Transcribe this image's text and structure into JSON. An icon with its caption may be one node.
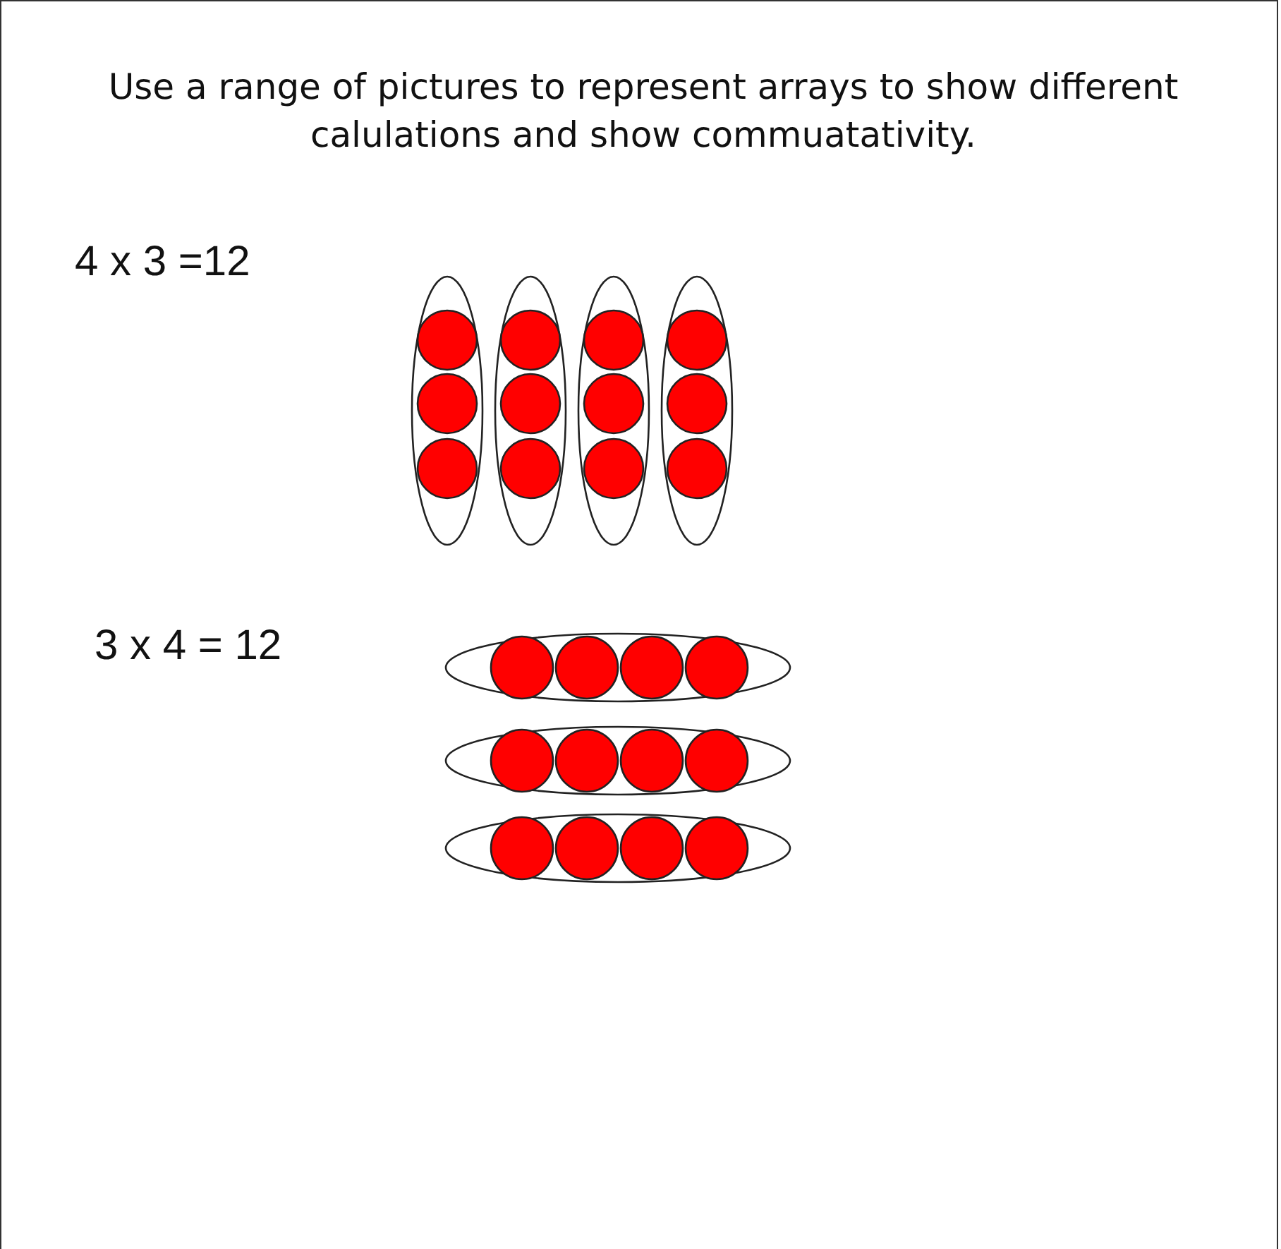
{
  "diagram": {
    "title": "Use a range of pictures to represent arrays to show different calulations and show commuatativity.",
    "labels": [
      "4 x 3 =12",
      "3 x 4 = 12"
    ]
  }
}
